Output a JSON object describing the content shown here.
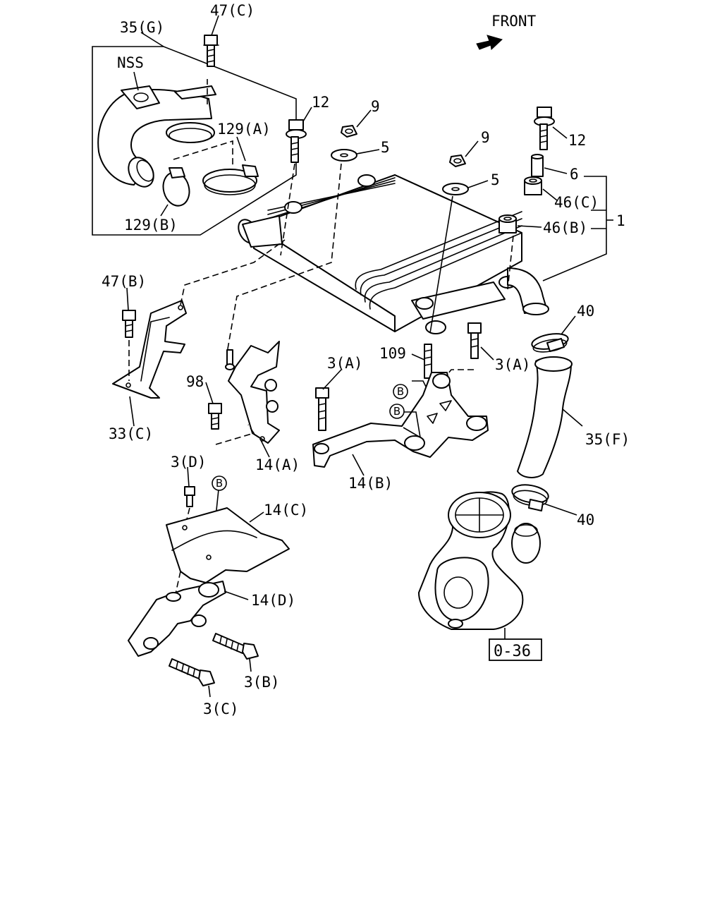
{
  "front_label": "FRONT",
  "callouts": {
    "c35g": "35(G)",
    "c47c": "47(C)",
    "nss": "NSS",
    "c129a": "129(A)",
    "c129b": "129(B)",
    "c12_left": "12",
    "c12_right": "12",
    "c9_left": "9",
    "c9_right": "9",
    "c5_left": "5",
    "c5_right": "5",
    "c6": "6",
    "c46c": "46(C)",
    "c46b": "46(B)",
    "c1": "1",
    "c47b": "47(B)",
    "c40_top": "40",
    "c40_bottom": "40",
    "c109": "109",
    "c3a_left": "3(A)",
    "c3a_right": "3(A)",
    "c98": "98",
    "c33c": "33(C)",
    "c14a": "14(A)",
    "c14b": "14(B)",
    "c35f": "35(F)",
    "c3d": "3(D)",
    "c14c": "14(C)",
    "c14d": "14(D)",
    "c3b": "3(B)",
    "c3c": "3(C)"
  },
  "markers": {
    "b1": "B",
    "b2": "B",
    "b3": "B"
  },
  "reference_box": "0-36"
}
